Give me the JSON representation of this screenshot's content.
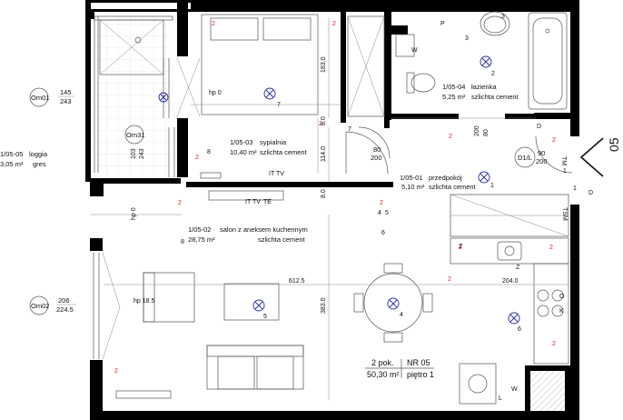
{
  "apartment": {
    "rooms_count": "2 pok.",
    "number_label": "NR 05",
    "area": "50,30 m²",
    "floor": "piętro 1",
    "number_marker": "05"
  },
  "rooms": [
    {
      "code": "1/05-01",
      "name": "przedpokój",
      "area": "5,10 m²",
      "floor": "szlichta cement"
    },
    {
      "code": "1/05-02",
      "name": "salon z aneksem kuchennym",
      "area": "28,75 m²",
      "floor": "szlichta cement"
    },
    {
      "code": "1/05-03",
      "name": "sypialnia",
      "area": "10,40 m²",
      "floor": "szlichta cement"
    },
    {
      "code": "1/05-04",
      "name": "łazienka",
      "area": "5,25 m²",
      "floor": "szlichta cement"
    },
    {
      "code": "1/05-05",
      "name": "loggia",
      "area": "3,05 m²",
      "floor": "gres"
    }
  ],
  "openings": [
    {
      "label": "Om01",
      "width": "145",
      "height": "243"
    },
    {
      "label": "Om02",
      "width": "206",
      "height": "224.5"
    },
    {
      "label": "Om31",
      "width": "103",
      "height": "243"
    },
    {
      "label": "D1/L",
      "width": "90",
      "height": "200"
    },
    {
      "label": "",
      "width": "80",
      "height": "200"
    }
  ],
  "dimensions": {
    "d1": "183.0",
    "d2": "114.0",
    "d3": "8.0",
    "d4": "8.0",
    "d5": "383.0",
    "d6": "612.5",
    "d7": "204.0",
    "d8": "200",
    "d9": "80"
  },
  "height_marks": [
    "hp 0",
    "hp 0",
    "hp 18.5"
  ],
  "sockets": [
    "2",
    "2",
    "2",
    "2",
    "2",
    "2",
    "2",
    "2",
    "2",
    "2",
    "2",
    "2",
    "2",
    "3",
    "3"
  ],
  "socket_labels": [
    "IT",
    "TV",
    "IT",
    "TV",
    "TE"
  ],
  "lights": [
    "1",
    "1",
    "2",
    "4",
    "5",
    "6",
    "7"
  ],
  "switches": [
    "5",
    "4",
    "6",
    "7",
    "8",
    "8",
    "1"
  ],
  "devices": [
    "W",
    "P",
    "D",
    "D",
    "Z",
    "Z",
    "O",
    "K",
    "L",
    "L",
    "W",
    "TM",
    "TSM"
  ],
  "colors": {
    "electrical": "#d42020",
    "wall": "#000000",
    "symbol": "#2a2aa6"
  }
}
